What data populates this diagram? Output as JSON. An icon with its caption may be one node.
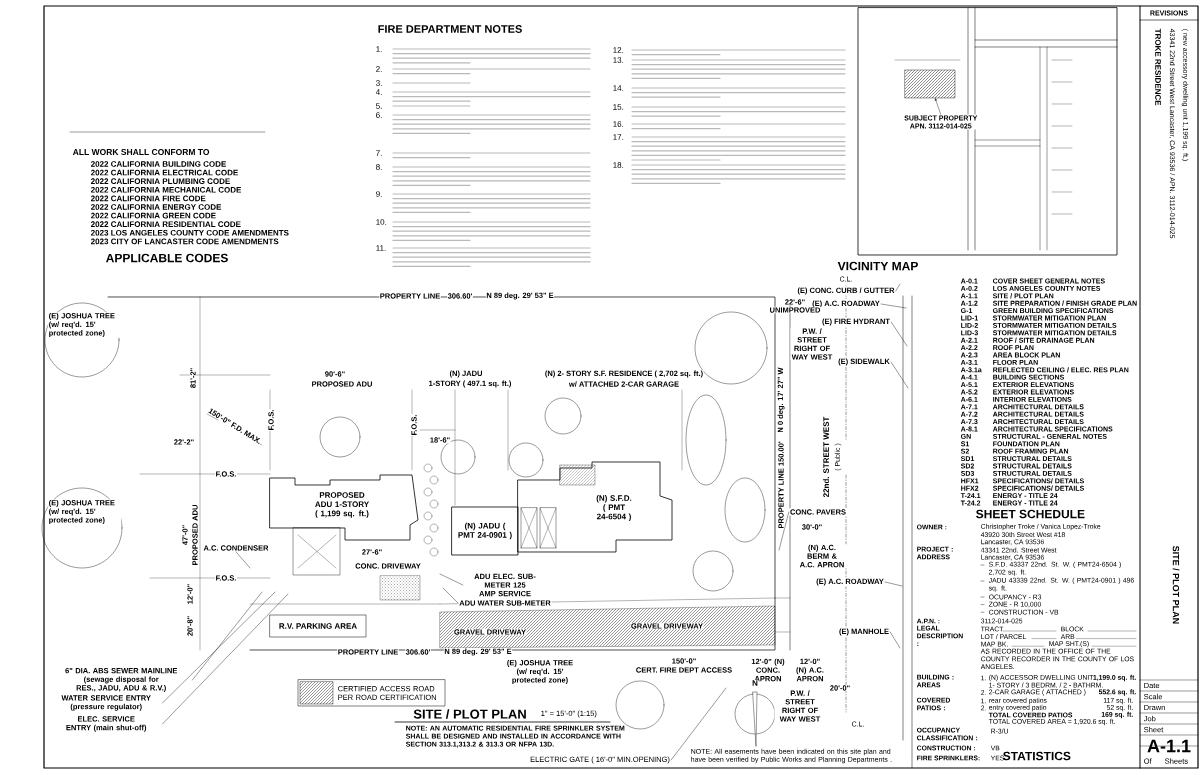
{
  "diagram": {
    "title": "SITE / PLOT PLAN",
    "nodes": [
      {
        "text": [
          "PROPOSED ADU 1-STORY ( 1,199 sq. ft.)"
        ]
      },
      {
        "text": [
          "(N) JADU ( PMT 24-0901 )"
        ]
      },
      {
        "text": [
          "(N) S.F.D. ( PMT 24-6504 )"
        ]
      },
      {
        "text": [
          "R.V. PARKING AREA"
        ]
      },
      {
        "text": [
          "A.C. CONDENSER"
        ]
      },
      {
        "text": [
          "6\" DIA. ABS SEWER MAINLINE (sewage disposal for RES., JADU, ADU & R.V.)"
        ]
      },
      {
        "text": [
          "WATER SERVICE ENTRY (pressure regulator)"
        ]
      },
      {
        "text": [
          "ELEC. SERVICE ENTRY (main shut-off)"
        ]
      },
      {
        "text": [
          "(E) A.C. ROADWAY"
        ]
      },
      {
        "text": [
          "(E) FIRE HYDRANT"
        ]
      },
      {
        "text": [
          "(E) SIDEWALK"
        ]
      },
      {
        "text": [
          "(E) A.C. ROADWAY"
        ]
      },
      {
        "text": [
          "(E) MANHOLE"
        ]
      },
      {
        "text": [
          "ELECTRIC GATE ( 16'-0\" MIN.OPENING)"
        ]
      },
      {
        "text": [
          "CONC. PAVERS"
        ]
      },
      {
        "text": [
          "ADU ELEC. SUB-METER 125 AMP SERVICE"
        ]
      },
      {
        "text": [
          "ADU WATER SUB-METER"
        ]
      },
      {
        "text": [
          "(E) CONC. CURB / GUTTER"
        ]
      },
      {
        "text": [
          "SUBJECT PROPERTY",
          "APN. 3112-014-025"
        ]
      },
      {
        "text": [],
        "shape": "box"
      }
    ],
    "edges": [
      {
        "from": 4,
        "to": null,
        "arrow": "none"
      },
      {
        "from": 5,
        "to": null,
        "arrow": "none"
      },
      {
        "from": 6,
        "to": null,
        "arrow": "none"
      },
      {
        "from": 7,
        "to": null,
        "arrow": "none"
      },
      {
        "from": 8,
        "to": null,
        "arrow": "none"
      },
      {
        "from": 9,
        "to": null,
        "arrow": "none"
      },
      {
        "from": 10,
        "to": null,
        "arrow": "none"
      },
      {
        "from": 11,
        "to": null,
        "arrow": "none"
      },
      {
        "from": 12,
        "to": null,
        "arrow": "none"
      },
      {
        "from": 13,
        "to": null,
        "arrow": "none"
      },
      {
        "from": 14,
        "to": null,
        "arrow": "none"
      },
      {
        "from": 15,
        "to": null,
        "arrow": "none"
      },
      {
        "from": 16,
        "to": null,
        "arrow": "none"
      },
      {
        "from": 17,
        "to": null,
        "arrow": "none"
      },
      {
        "from": 18,
        "to": 19,
        "arrow": "to"
      }
    ],
    "labels": [
      "ALL WORK SHALL CONFORM TO",
      "2022 CALIFORNIA BUILDING CODE",
      "2022 CALIFORNIA ELECTRICAL CODE",
      "2022 CALIFORNIA PLUMBING CODE",
      "2022 CALIFORNIA MECHANICAL CODE",
      "2022 CALIFORNIA FIRE CODE",
      "2022 CALIFORNIA ENERGY CODE",
      "2022 CALIFORNIA GREEN CODE",
      "2022 CALIFORNIA RESIDENTIAL CODE",
      "2023 LOS ANGELES COUNTY CODE AMENDMENTS",
      "2023 CITY OF LANCASTER CODE AMENDMENTS",
      "APPLICABLE CODES",
      "FIRE DEPARTMENT NOTES",
      "1.",
      "2.",
      "3.",
      "4.",
      "5.",
      "6.",
      "7.",
      "8.",
      "9.",
      "10.",
      "11.",
      "12.",
      "13.",
      "14.",
      "15.",
      "16.",
      "17.",
      "18.",
      "VICINITY MAP",
      "REVISIONS",
      "A-0.1",
      "COVER SHEET GENERAL NOTES",
      "A-0.2",
      "LOS ANGELES COUNTY NOTES",
      "A-1.1",
      "SITE / PLOT PLAN",
      "A-1.2",
      "SITE PREPARATION / FINISH GRADE PLAN",
      "G-1",
      "GREEN BUILDING SPECIFICATIONS",
      "LID-1",
      "STORMWATER MITIGATION PLAN",
      "LID-2",
      "STORMWATER MITIGATION DETAILS",
      "LID-3",
      "STORMWATER MITIGATION DETAILS",
      "A-2.1",
      "ROOF / SITE DRAINAGE PLAN",
      "A-2.2",
      "ROOF PLAN",
      "A-2.3",
      "AREA BLOCK PLAN",
      "A-3.1",
      "FLOOR PLAN",
      "A-3.1a",
      "REFLECTED CEILING / ELEC. RES PLAN",
      "A-4.1",
      "BUILDING SECTIONS",
      "A-5.1",
      "EXTERIOR ELEVATIONS",
      "A-5.2",
      "EXTERIOR ELEVATIONS",
      "A-6.1",
      "INTERIOR ELEVATIONS",
      "A-7.1",
      "ARCHITECTURAL DETAILS",
      "A-7.2",
      "ARCHITECTURAL DETAILS",
      "A-7.3",
      "ARCHITECTURAL DETAILS",
      "A-8.1",
      "ARCHITECTURAL SPECIFICATIONS",
      "GN",
      "STRUCTURAL - GENERAL NOTES",
      "S1",
      "FOUNDATION PLAN",
      "S2",
      "ROOF FRAMING PLAN",
      "SD1",
      "STRUCTURAL DETAILS",
      "SD2",
      "STRUCTURAL DETAILS",
      "SD3",
      "STRUCTURAL DETAILS",
      "HFX1",
      "SPECIFICATIONS/ DETAILS",
      "HFX2",
      "SPECIFICATIONS/ DETAILS",
      "T-24.1",
      "ENERGY - TITLE 24",
      "T-24.2",
      "ENERGY - TITLE 24",
      "SHEET SCHEDULE",
      "OWNER :",
      "Christopher Troke / Vanica Lopez-Troke",
      "43920 30th Street West #18",
      "Lancaster, CA 93536",
      "PROJECT : ADDRESS",
      "43341 22nd. Street West",
      "Lancaster, CA 93536",
      "S.F.D. 43337 22nd. St. W. ( PMT24-6504 ) 2,702 sq. ft.",
      "JADU 43339 22nd. St. W. ( PMT24-0901 ) 496 sq. ft.",
      "OCUPANCY - R3",
      "ZONE - R 10,000",
      "CONSTRUCTION - VB",
      "A.P.N. :",
      "3112-014-025",
      "LEGAL DESCRIPTION :",
      "TRACT",
      "BLOCK",
      "LOT / PARCEL",
      "ARB",
      "MAP BK.",
      "MAP SHT.(S)",
      "AS RECORDED IN THE OFFICE OF THE COUNTY RECORDER IN THE COUNTY OF LOS ANGELES.",
      "BUILDING : AREAS",
      "1.",
      "(N) ACCESSOR DWELLING UNIT",
      "1,199.0 sq. ft.",
      "1- STORY / 3 BEDRM. / 2 - BATHRM.",
      "2.",
      "2-CAR GARAGE ( ATTACHED )",
      "552.6 sq. ft.",
      "COVERED PATIOS :",
      "1.",
      "rear covered patios",
      "117 sq. ft.",
      "2.",
      "entry covered patio",
      "52 sq. ft.",
      "TOTAL COVERED PATIOS",
      "169 sq. ft.",
      "TOTAL COVERED AREA = 1,920.6 sq. ft.",
      "OCCUPANCY CLASSIFICATION :",
      "R-3/U",
      "CONSTRUCTION :",
      "VB",
      "FIRE SPRINKLERS:",
      "YES",
      "STATISTICS",
      "TROKE RESIDENCE",
      "43341 22nd Street West Lancaster, CA 93536 / APN. 3112-014-025",
      "( new accessory dwelling unit 1,199 sq. ft.)",
      "SITE / PLOT PLAN",
      "Date",
      "Scale",
      "Drawn",
      "Job",
      "Sheet",
      "A-1.1",
      "Of",
      "Sheets",
      "PROPERTY LINE",
      "306.60'",
      "N 89 deg. 29' 53\" E",
      "PROPERTY LINE",
      "306.60'",
      "N 89 deg. 29' 53\" E",
      "90'-6\"",
      "PROPOSED ADU",
      "(N) JADU",
      "1-STORY ( 497.1 sq. ft.)",
      "(N) 2- STORY S.F. RESIDENCE ( 2,702 sq. ft.)",
      "w/ ATTACHED 2-CAR GARAGE",
      "81'-2\"",
      "22'-2\"",
      "150'-0\" F.D. MAX.",
      "F.O.S.",
      "F.O.S.",
      "18'-6\"",
      "F.O.S.",
      "47'-0\"",
      "PROPOSED ADU",
      "27'-6\"",
      "CONC. DRIVEWAY",
      "F.O.S.",
      "12'-0\"",
      "20'-8\"",
      "GRAVEL DRIVEWAY",
      "GRAVEL DRIVEWAY",
      "(E) JOSHUA TREE (w/ req'd. 15' protected zone)",
      "(E) JOSHUA TREE (w/ req'd. 15' protected zone)",
      "(E) JOSHUA TREE (w/ req'd. 15' protected zone)",
      "150'-0\"",
      "CERT. FIRE DEPT ACCESS",
      "22nd. STREET WEST",
      "( Public )",
      "N 0 deg. 17' 27\" W",
      "PROPERTY LINE 150.00'",
      "30'-0\"",
      "(N) A.C. BERM & A.C. APRON",
      "12'-0\" (N) CONC. APRON",
      "12'-0\" (N) A.C. APRON",
      "20'-0\"",
      "P.W. / STREET RIGHT OF WAY WEST",
      "P.W. / STREET RIGHT OF WAY WEST",
      "22'-6\"",
      "UNIMPROVED",
      "C.L.",
      "C.L.",
      "N",
      "1\" = 15'-0\" (1:15)",
      "NOTE: AN AUTOMATIC RESIDENTIAL FIRE SPRINKLER SYSTEM SHALL BE DESIGNED AND INSTALLED IN ACCORDANCE WITH SECTION 313.1,313.2 & 313.3 OR NFPA 13D.",
      "NOTE: All easements have been indicated on this site plan and have been verified by Public Works and Planning Departments ."
    ],
    "legend": [
      {
        "text": "CERTIFIED ACCESS ROAD PER ROAD CERTIFICATION"
      }
    ]
  }
}
